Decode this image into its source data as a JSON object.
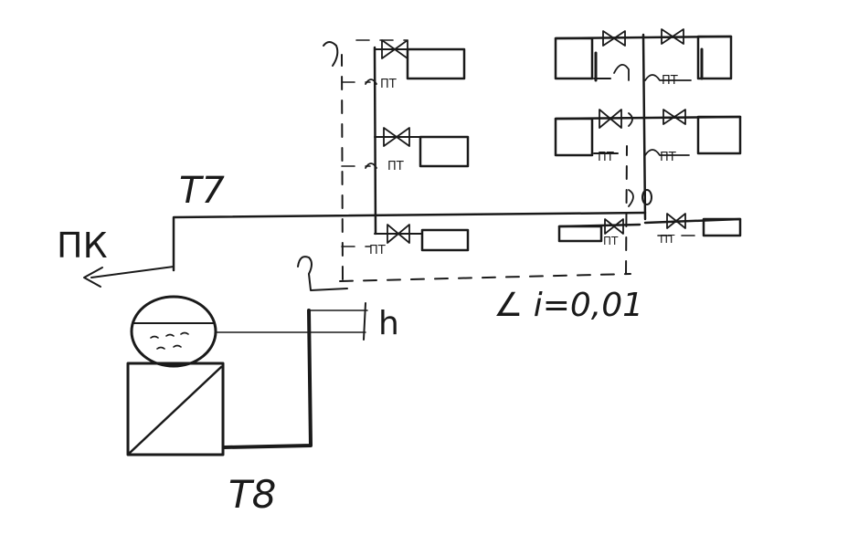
{
  "labels": {
    "supply_pipe": "T7",
    "return_pipe": "T8",
    "relief_valve": "ПК",
    "level_difference": "h",
    "slope": "∠ i=0,01"
  }
}
